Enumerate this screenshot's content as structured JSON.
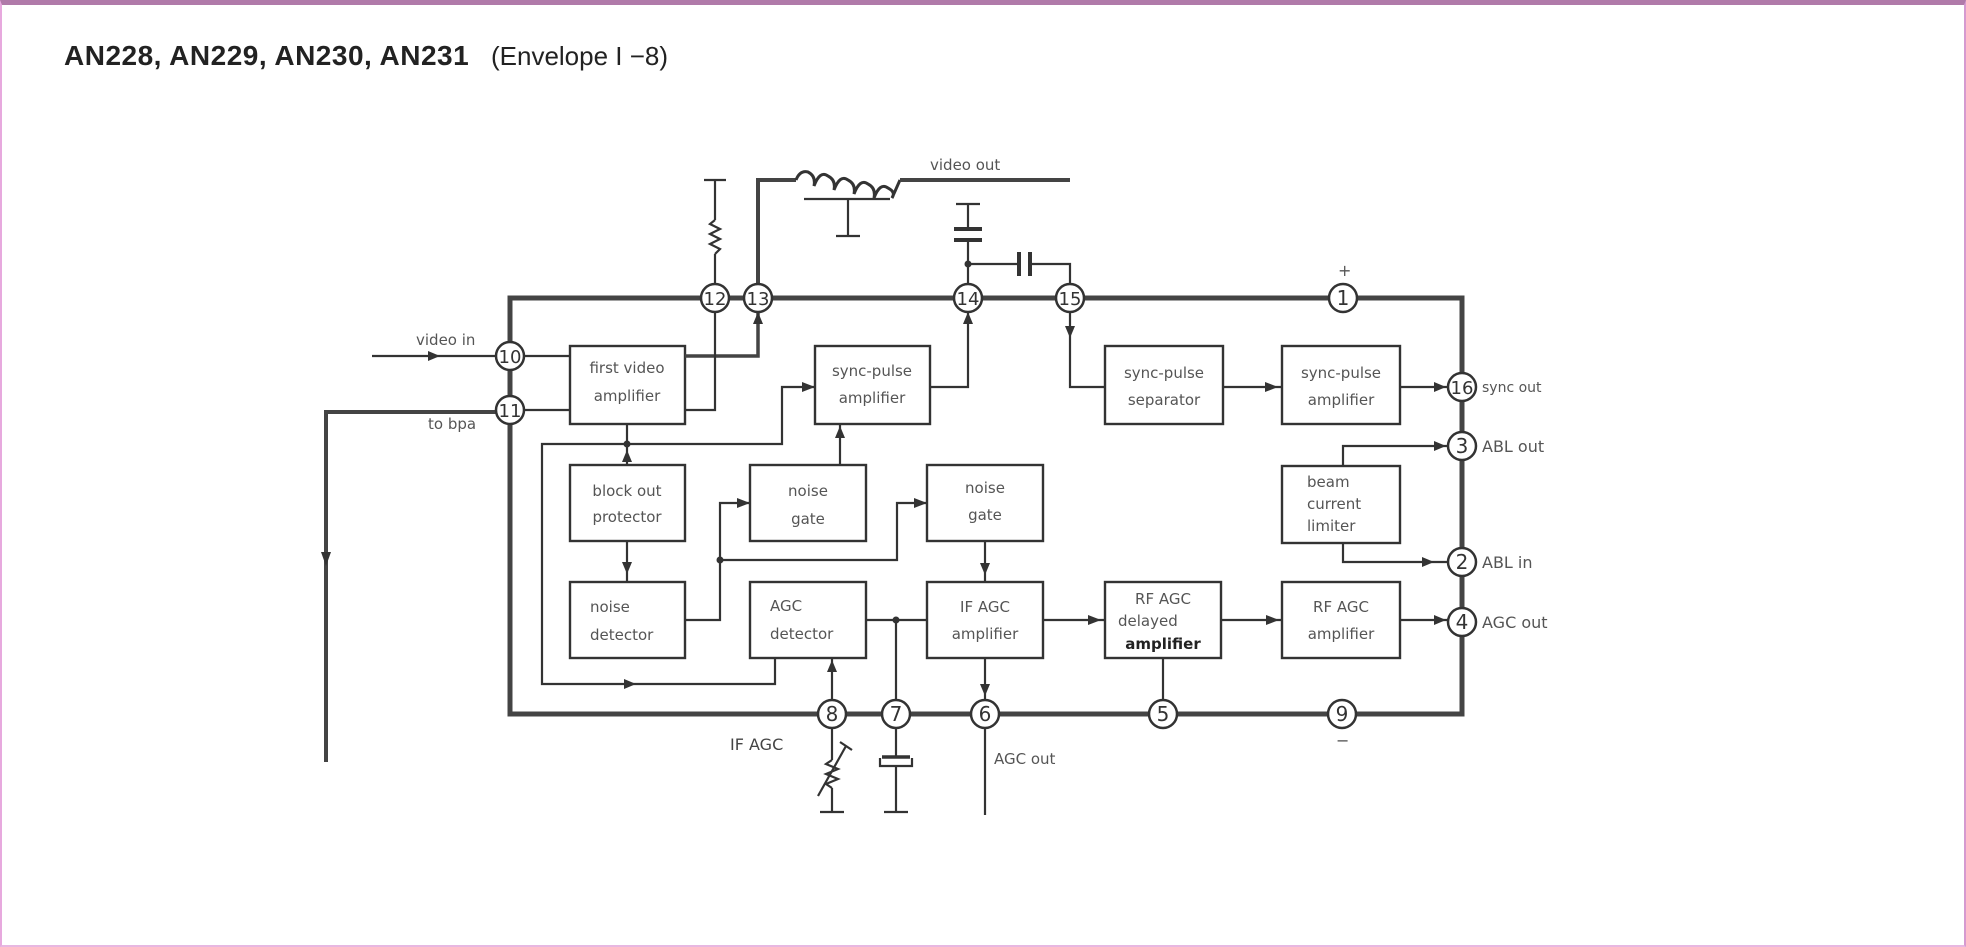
{
  "title": {
    "parts": "AN228, AN229, AN230, AN231",
    "envelope": "(Envelope I −8)"
  },
  "blocks": {
    "first_video_amplifier": [
      "first video",
      "amplifier"
    ],
    "sync_pulse_amplifier_1": [
      "sync-pulse",
      "amplifier"
    ],
    "sync_pulse_separator": [
      "sync-pulse",
      "separator"
    ],
    "sync_pulse_amplifier_2": [
      "sync-pulse",
      "amplifier"
    ],
    "block_out_protector": [
      "block out",
      "protector"
    ],
    "noise_gate_1": [
      "noise",
      "gate"
    ],
    "noise_gate_2": [
      "noise",
      "gate"
    ],
    "beam_current_limiter": [
      "beam",
      "current",
      "limiter"
    ],
    "noise_detector": [
      "noise",
      "detector"
    ],
    "agc_detector": [
      "AGC",
      "detector"
    ],
    "if_agc_amplifier": [
      "IF  AGC",
      "amplifier"
    ],
    "rf_agc_delayed_amplifier": [
      "RF  AGC",
      "delayed",
      "amplifier"
    ],
    "rf_agc_amplifier": [
      "RF  AGC",
      "amplifier"
    ]
  },
  "pins": {
    "p1": "1",
    "p2": "2",
    "p3": "3",
    "p4": "4",
    "p5": "5",
    "p6": "6",
    "p7": "7",
    "p8": "8",
    "p9": "9",
    "p10": "10",
    "p11": "11",
    "p12": "12",
    "p13": "13",
    "p14": "14",
    "p15": "15",
    "p16": "16"
  },
  "labels": {
    "video_in": "video in",
    "to_bpa": "to bpa",
    "video_out": "video out",
    "sync_out": "sync out",
    "abl_out": "ABL  out",
    "abl_in": "ABL  in",
    "agc_out_right": "AGC  out",
    "agc_out_bottom": "AGC  out",
    "if_agc": "IF  AGC",
    "plus": "+",
    "minus": "−"
  }
}
